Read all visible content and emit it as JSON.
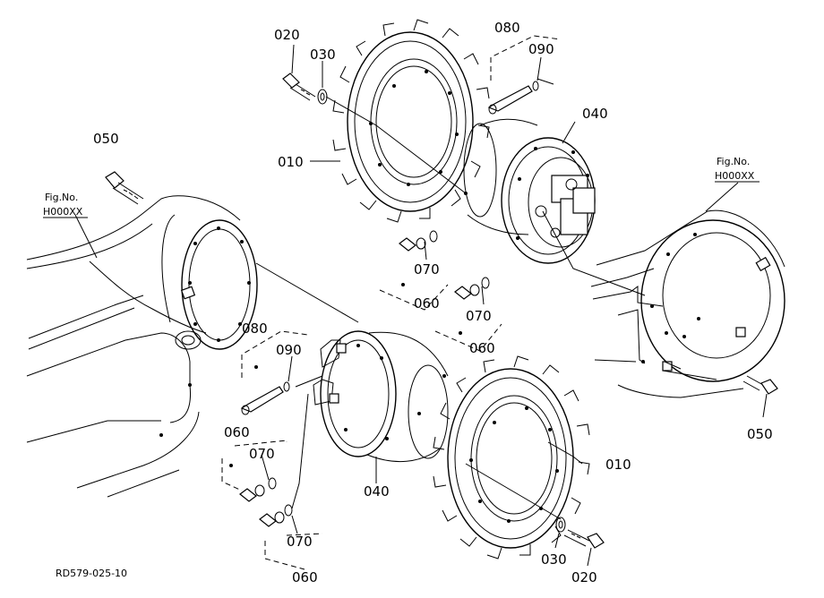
{
  "drawing_code": "RD579-025-10",
  "figure_references": [
    {
      "line1": "Fig.No.",
      "line2": "H000XX"
    },
    {
      "line1": "Fig.No.",
      "line2": "H000XX"
    }
  ],
  "part_labels": [
    {
      "id": "p-020-top",
      "text": "020"
    },
    {
      "id": "p-030-top",
      "text": "030"
    },
    {
      "id": "p-080-top",
      "text": "080"
    },
    {
      "id": "p-090-top",
      "text": "090"
    },
    {
      "id": "p-040-top",
      "text": "040"
    },
    {
      "id": "p-010-top",
      "text": "010"
    },
    {
      "id": "p-050-left",
      "text": "050"
    },
    {
      "id": "p-070-a",
      "text": "070"
    },
    {
      "id": "p-060-a",
      "text": "060"
    },
    {
      "id": "p-070-b",
      "text": "070"
    },
    {
      "id": "p-060-b",
      "text": "060"
    },
    {
      "id": "p-080-bot",
      "text": "080"
    },
    {
      "id": "p-090-bot",
      "text": "090"
    },
    {
      "id": "p-060-c",
      "text": "060"
    },
    {
      "id": "p-070-c",
      "text": "070"
    },
    {
      "id": "p-040-bot",
      "text": "040"
    },
    {
      "id": "p-070-d",
      "text": "070"
    },
    {
      "id": "p-060-d",
      "text": "060"
    },
    {
      "id": "p-010-bot",
      "text": "010"
    },
    {
      "id": "p-050-right",
      "text": "050"
    },
    {
      "id": "p-030-bot",
      "text": "030"
    },
    {
      "id": "p-020-bot",
      "text": "020"
    }
  ]
}
